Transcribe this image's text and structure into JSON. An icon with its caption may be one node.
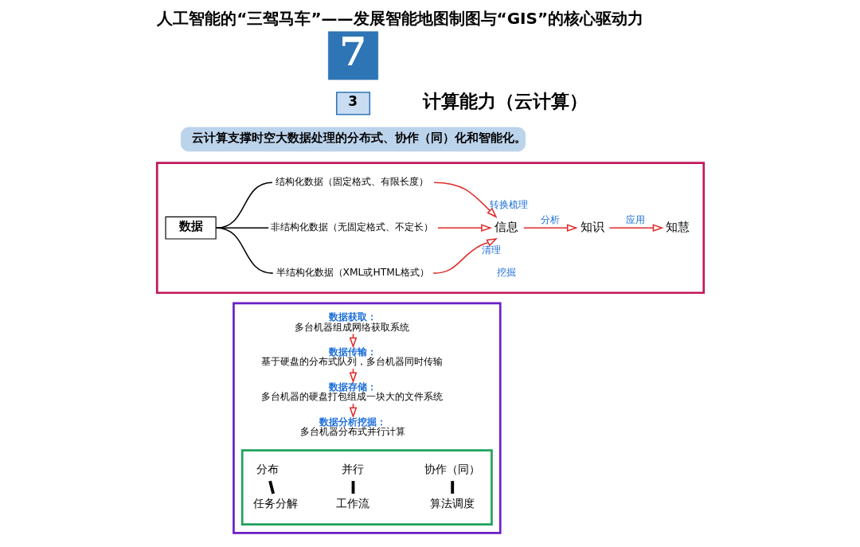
{
  "diagram": {
    "title": "人工智能的“三驾马车”——发展智能地图制图与“GIS”的核心驱动力",
    "nodes": [
      {
        "text": [
          "7"
        ]
      },
      {
        "text": [
          "3"
        ]
      },
      {
        "text": [
          "云计算支撑时空大数据处理的分布式、协作（同）化和智能化。"
        ]
      },
      {
        "text": [],
        "shape": "box"
      },
      {
        "text": [
          "数据"
        ],
        "in": 3
      },
      {
        "text": [
          "结构化数据（固定格式、有限长度）"
        ],
        "in": 3
      },
      {
        "text": [
          "非结构化数据（无固定格式、不定长）"
        ],
        "in": 3
      },
      {
        "text": [
          "半结构化数据（XML或HTML格式）"
        ],
        "in": 3
      },
      {
        "text": [
          "信息"
        ],
        "in": 3
      },
      {
        "text": [
          "知识"
        ],
        "in": 3
      },
      {
        "text": [
          "知慧"
        ],
        "in": 3
      },
      {
        "text": [],
        "shape": "box"
      },
      {
        "text": [
          "数据获取：",
          "多台机器组成网络获取系统"
        ],
        "in": 11
      },
      {
        "text": [
          "数据传输：",
          "基于硬盘的分布式队列，多台机器同时传输"
        ],
        "in": 11
      },
      {
        "text": [
          "数据存储：",
          "多台机器的硬盘打包组成一块大的文件系统"
        ],
        "in": 11
      },
      {
        "text": [
          "数据分析挖掘：",
          "多台机器分布式并行计算"
        ],
        "in": 11
      },
      {
        "text": [],
        "shape": "box",
        "in": 11
      },
      {
        "text": [
          "分布"
        ],
        "in": 16
      },
      {
        "text": [
          "并行"
        ],
        "in": 16
      },
      {
        "text": [
          "协作（同）"
        ],
        "in": 16
      },
      {
        "text": [
          "任务分解"
        ],
        "in": 16
      },
      {
        "text": [
          "工作流"
        ],
        "in": 16
      },
      {
        "text": [
          "算法调度"
        ],
        "in": 16
      }
    ],
    "edges": [
      {
        "from": 4,
        "to": 5,
        "arrow": "none",
        "color": "#000000"
      },
      {
        "from": 4,
        "to": 6,
        "arrow": "none",
        "color": "#000000"
      },
      {
        "from": 4,
        "to": 7,
        "arrow": "none",
        "color": "#000000"
      },
      {
        "from": 5,
        "to": 8,
        "arrow": "to",
        "label": "转换梳理"
      },
      {
        "from": 6,
        "to": 8,
        "arrow": "to"
      },
      {
        "from": 7,
        "to": 8,
        "arrow": "to",
        "label": "清理"
      },
      {
        "from": 8,
        "to": 9,
        "arrow": "to",
        "label": "分析"
      },
      {
        "from": 9,
        "to": 10,
        "arrow": "to",
        "label": "应用"
      },
      {
        "from": 12,
        "to": 13,
        "arrow": "to"
      },
      {
        "from": 13,
        "to": 14,
        "arrow": "to"
      },
      {
        "from": 14,
        "to": 15,
        "arrow": "to"
      },
      {
        "from": 17,
        "to": 20,
        "arrow": "none",
        "style": "thick",
        "color": "#000000"
      },
      {
        "from": 18,
        "to": 21,
        "arrow": "none",
        "style": "thick",
        "color": "#000000"
      },
      {
        "from": 19,
        "to": 22,
        "arrow": "none",
        "style": "thick",
        "color": "#000000"
      }
    ],
    "labels": [
      "计算能力（云计算）",
      "挖掘"
    ]
  }
}
